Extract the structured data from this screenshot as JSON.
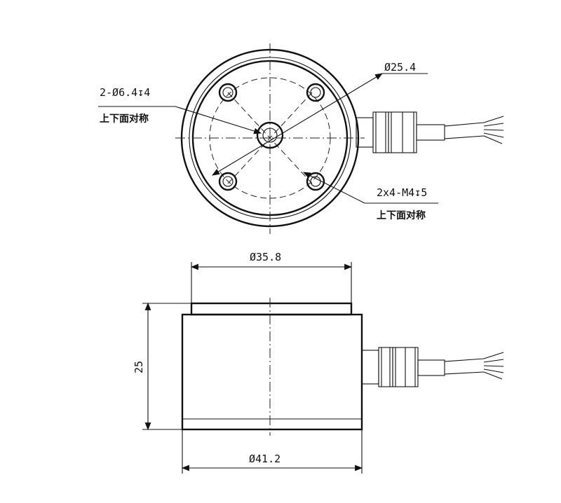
{
  "top_view": {
    "dim_inner": "Ø25.4",
    "hole_callout": "2-Ø6.4↧4",
    "hole_note": "上下面对称",
    "thread_callout": "2x4-M4↧5",
    "thread_note": "上下面对称"
  },
  "side_view": {
    "dim_top": "Ø35.8",
    "dim_height": "25",
    "dim_bottom": "Ø41.2"
  },
  "colors": {
    "line": "#111111",
    "background": "#ffffff"
  }
}
